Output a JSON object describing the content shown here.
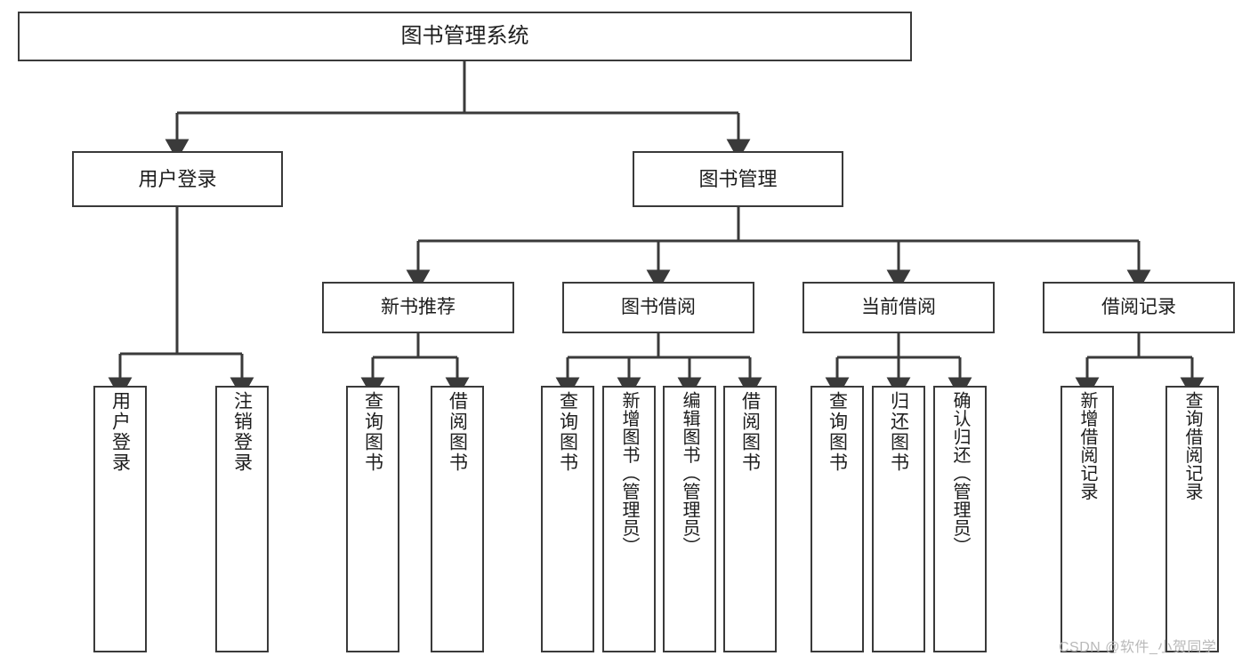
{
  "diagram": {
    "title": "图书管理系统",
    "type": "hierarchy-tree",
    "watermark": "CSDN @软件_小贺同学",
    "levels": {
      "root": {
        "label": "图书管理系统"
      },
      "level2": [
        {
          "label": "用户登录"
        },
        {
          "label": "图书管理"
        }
      ],
      "level3": [
        {
          "label": "新书推荐"
        },
        {
          "label": "图书借阅"
        },
        {
          "label": "当前借阅"
        },
        {
          "label": "借阅记录"
        }
      ],
      "leaves": [
        {
          "label": "用户登录",
          "parent": "用户登录"
        },
        {
          "label": "注销登录",
          "parent": "用户登录"
        },
        {
          "label": "查询图书",
          "parent": "新书推荐"
        },
        {
          "label": "借阅图书",
          "parent": "新书推荐"
        },
        {
          "label": "查询图书",
          "parent": "图书借阅"
        },
        {
          "label": "新增图书（管理员）",
          "parent": "图书借阅"
        },
        {
          "label": "编辑图书（管理员）",
          "parent": "图书借阅"
        },
        {
          "label": "借阅图书",
          "parent": "图书借阅"
        },
        {
          "label": "查询图书",
          "parent": "当前借阅"
        },
        {
          "label": "归还图书",
          "parent": "当前借阅"
        },
        {
          "label": "确认归还（管理员）",
          "parent": "当前借阅"
        },
        {
          "label": "新增借阅记录",
          "parent": "借阅记录"
        },
        {
          "label": "查询借阅记录",
          "parent": "借阅记录"
        }
      ]
    },
    "colors": {
      "border": "#3a3a3a",
      "background": "#ffffff",
      "text": "#1d1d1d",
      "watermark": "#b9b9b9"
    }
  }
}
